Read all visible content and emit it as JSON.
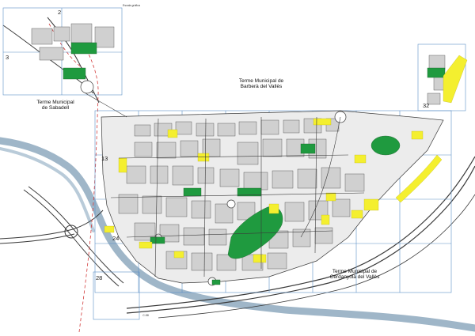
{
  "colors": {
    "background": "#ffffff",
    "green_space": "#1f9a3f",
    "yellow_space": "#f4ef2f",
    "road_outline": "#3a3a3a",
    "river": "#9fb6c8",
    "sheet_grid": "#5b8fc6",
    "boundary_dashed": "#d23a3a",
    "building_fill": "#d0d0d0",
    "track_red": "#c9392f"
  },
  "labels": {
    "barbera": "Terme Municipal de\nBarberà del Vallès",
    "sabadell": "Terme Municipal\nde Sabadell",
    "cerdanyola": "Terme Municipal de\nCerdanyola del Vallès",
    "scale_note": "Escala gràfica",
    "highway_tag": "C-58"
  },
  "sheet_numbers": {
    "s2": "2",
    "s3": "3",
    "s13": "13",
    "s24": "24",
    "s28": "28",
    "s32": "32"
  },
  "icons": {
    "map": "urban-plan-map"
  }
}
